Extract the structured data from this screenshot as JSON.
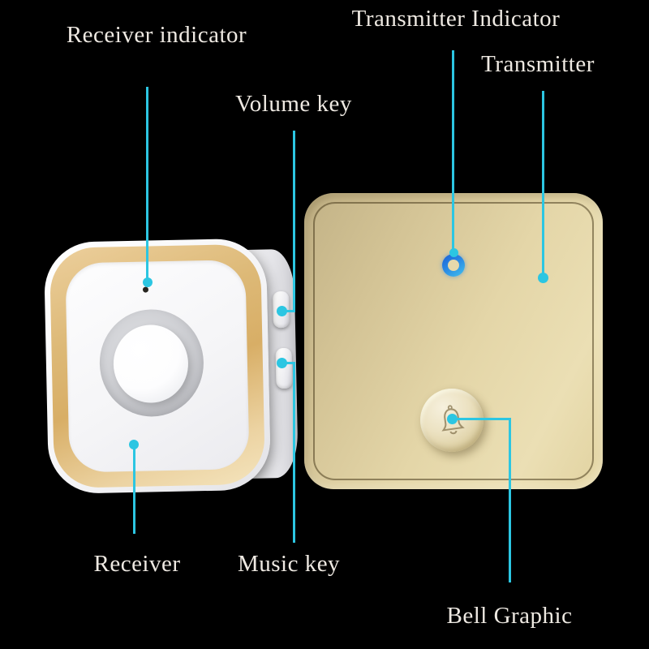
{
  "scene": {
    "description": "Wireless doorbell kit parts diagram on black background",
    "background_color": "#000000",
    "accent_line_color": "#2cc6e2",
    "label_text_color": "#eee9e2"
  },
  "annotations": {
    "receiver_indicator": "Receiver indicator",
    "transmitter_indicator": "Transmitter Indicator",
    "transmitter": "Transmitter",
    "volume_key": "Volume key",
    "receiver": "Receiver",
    "music_key": "Music key",
    "bell_graphic": "Bell Graphic"
  },
  "devices": {
    "receiver": {
      "name": "Receiver",
      "body_color": "#f4f4f6",
      "gold_trim_color": "#ddb977",
      "indicator_hole_color": "#26241f",
      "side_keys": [
        "volume",
        "music"
      ]
    },
    "transmitter": {
      "name": "Transmitter",
      "body_color": "#e4d6a8",
      "led_ring_color": "#2b8ce4",
      "bell_button_color": "#ece2c2"
    }
  }
}
